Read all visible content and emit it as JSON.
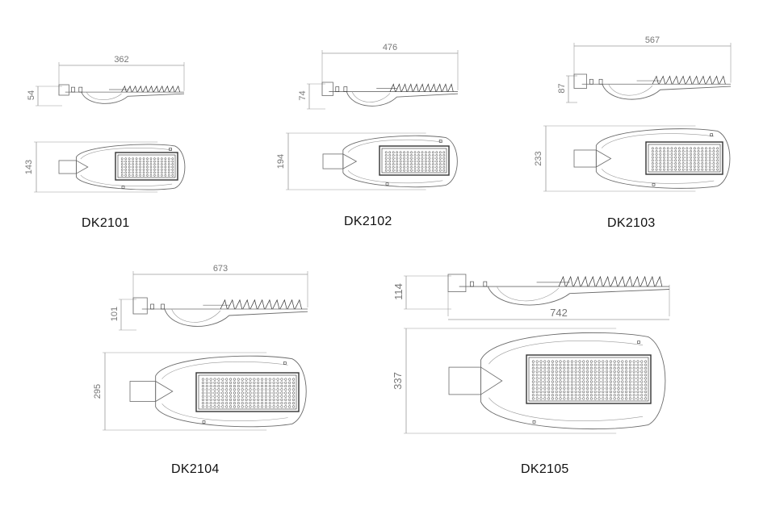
{
  "drawings": [
    {
      "model": "DK2101",
      "length": "362",
      "height": "54",
      "width": "143"
    },
    {
      "model": "DK2102",
      "length": "476",
      "height": "74",
      "width": "194"
    },
    {
      "model": "DK2103",
      "length": "567",
      "height": "87",
      "width": "233"
    },
    {
      "model": "DK2104",
      "length": "673",
      "height": "101",
      "width": "295"
    },
    {
      "model": "DK2105",
      "length": "742",
      "height": "114",
      "width": "337"
    }
  ]
}
